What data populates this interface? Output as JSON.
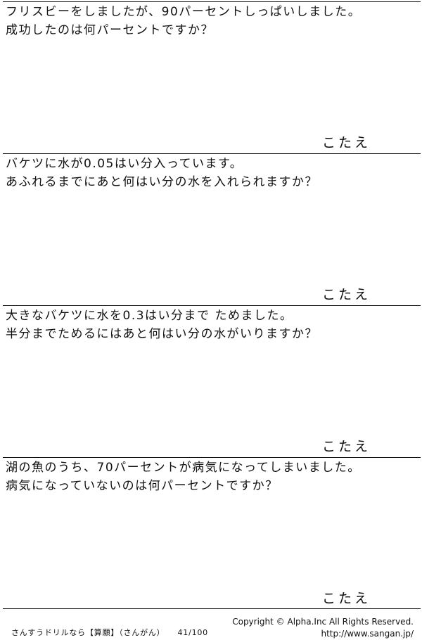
{
  "problems": [
    {
      "line1": "フリスビーをしましたが、90パーセントしっぱいしました。",
      "line2": "成功したのは何パーセントですか？",
      "answer_label": "こたえ"
    },
    {
      "line1": "バケツに水が0.05はい分入っています。",
      "line2": "あふれるまでにあと何はい分の水を入れられますか？",
      "answer_label": "こたえ"
    },
    {
      "line1": "大きなバケツに水を0.3はい分まで ためました。",
      "line2": "半分までためるにはあと何はい分の水がいりますか？",
      "answer_label": "こたえ"
    },
    {
      "line1": "湖の魚のうち、70パーセントが病気になってしまいました。",
      "line2": "病気になっていないのは何パーセントですか？",
      "answer_label": "こたえ"
    }
  ],
  "footer": {
    "title": "さんすうドリルなら【算願】（さんがん）",
    "page": "41/100",
    "copyright": "Copyright ©  Alpha.Inc All Rights Reserved.",
    "url": "http://www.sangan.jp/"
  }
}
